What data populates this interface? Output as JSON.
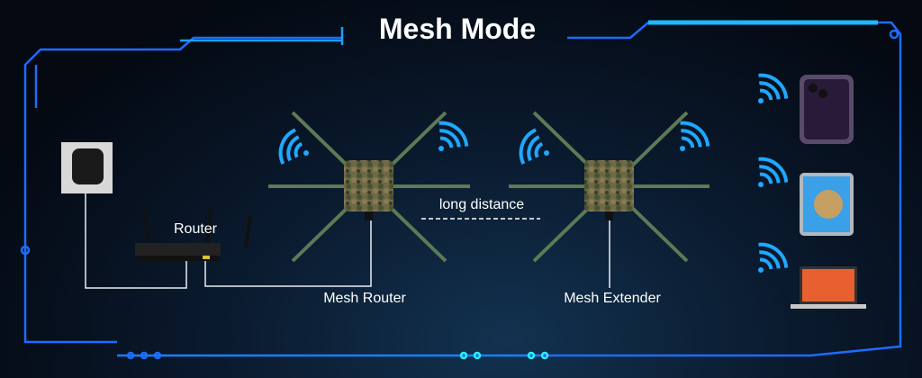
{
  "title": "Mesh Mode",
  "labels": {
    "router": "Router",
    "mesh_router": "Mesh Router",
    "mesh_extender": "Mesh Extender",
    "distance": "long distance"
  },
  "devices": [
    "smartphone",
    "tablet",
    "laptop"
  ],
  "colors": {
    "frame": "#1e6cff",
    "wifi": "#1fa8ff",
    "antenna": "#5d7a55",
    "cable": "#e8eef5"
  }
}
